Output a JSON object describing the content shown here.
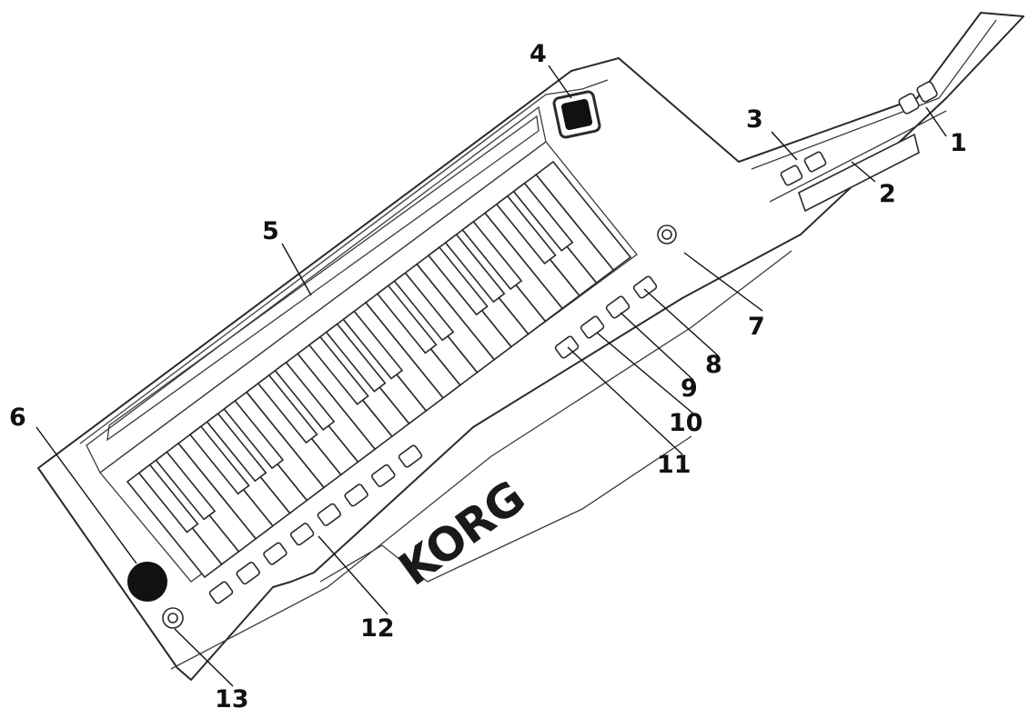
{
  "brand": {
    "logo_text": "KORG"
  },
  "callouts": [
    {
      "number": "1"
    },
    {
      "number": "2"
    },
    {
      "number": "3"
    },
    {
      "number": "4"
    },
    {
      "number": "5"
    },
    {
      "number": "6"
    },
    {
      "number": "7"
    },
    {
      "number": "8"
    },
    {
      "number": "9"
    },
    {
      "number": "10"
    },
    {
      "number": "11"
    },
    {
      "number": "12"
    },
    {
      "number": "13"
    }
  ]
}
